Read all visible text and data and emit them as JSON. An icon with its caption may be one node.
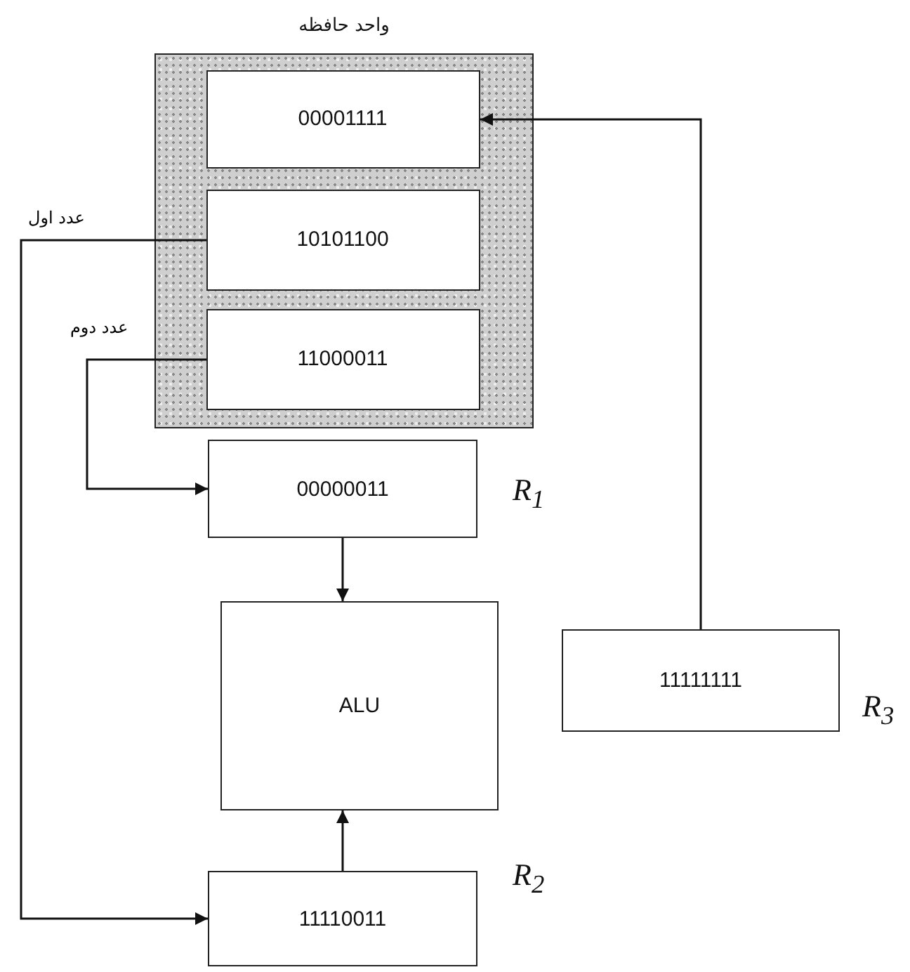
{
  "diagram": {
    "nodes": [
      {
        "text": [
          "واحد حافظه"
        ]
      },
      {
        "text": [
          "00001111"
        ],
        "in": 0
      },
      {
        "text": [
          "10101100"
        ],
        "in": 0
      },
      {
        "text": [
          "11000011"
        ],
        "in": 0
      },
      {
        "text": [
          "00000011"
        ],
        "beside": [
          "R$_{1}$"
        ]
      },
      {
        "text": [
          "ALU"
        ]
      },
      {
        "text": [
          "11111111"
        ],
        "beside": [
          "R$_{3}$"
        ]
      },
      {
        "text": [
          "11110011"
        ],
        "beside": [
          "R$_{2}$"
        ]
      }
    ],
    "edges": [
      {
        "from": 2,
        "to": 7,
        "arrow": "to",
        "label": "عدد اول"
      },
      {
        "from": 3,
        "to": 4,
        "arrow": "to",
        "label": "عدد دوم"
      },
      {
        "from": 4,
        "to": 5,
        "arrow": "to"
      },
      {
        "from": 7,
        "to": 5,
        "arrow": "to"
      },
      {
        "from": 6,
        "to": 1,
        "arrow": "to"
      }
    ]
  }
}
